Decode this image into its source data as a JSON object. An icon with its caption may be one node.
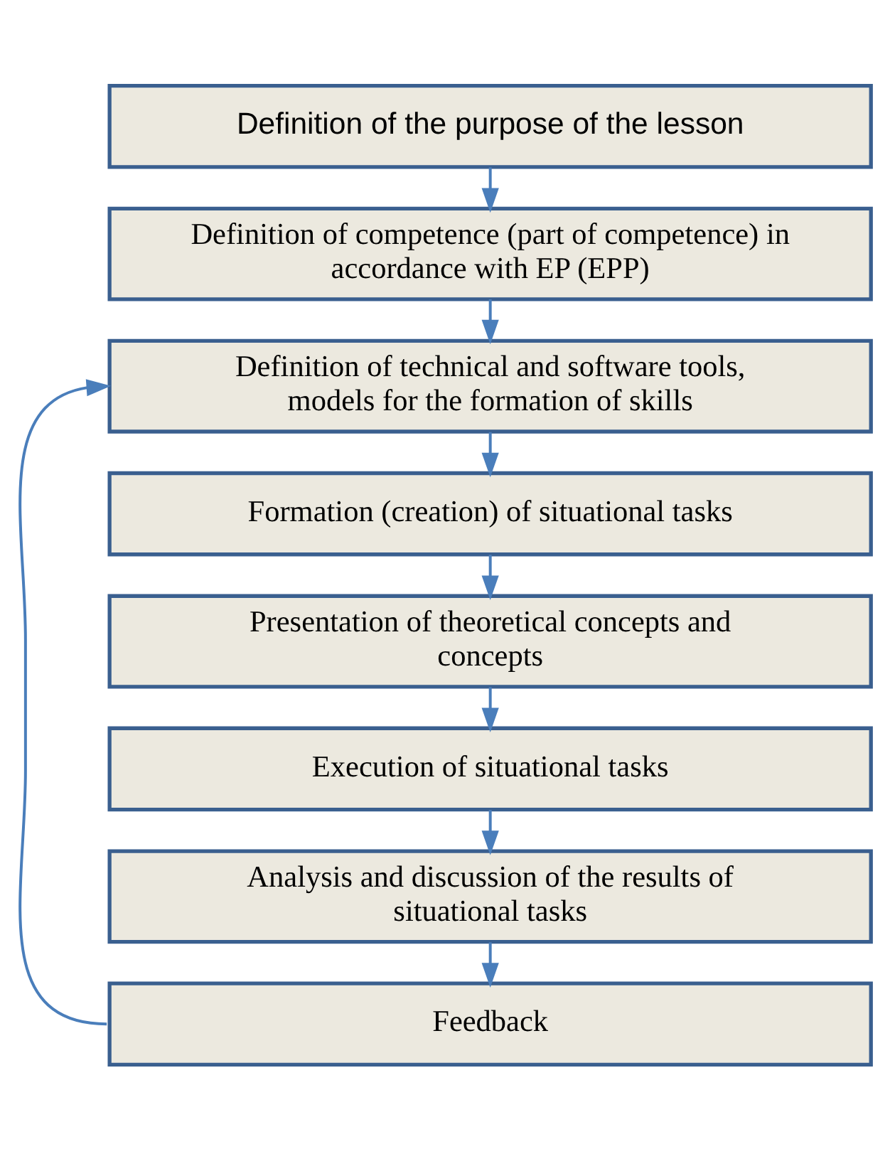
{
  "diagram": {
    "nodes": [
      {
        "text": [
          "Definition of the purpose of the lesson"
        ]
      },
      {
        "text": [
          "Definition of competence (part of competence) in accordance with EP (EPP)"
        ]
      },
      {
        "text": [
          "Definition of technical and software tools, models for the formation of skills"
        ]
      },
      {
        "text": [
          "Formation (creation) of situational tasks"
        ]
      },
      {
        "text": [
          "Presentation of theoretical concepts and concepts"
        ]
      },
      {
        "text": [
          "Execution of situational tasks"
        ]
      },
      {
        "text": [
          "Analysis and discussion of the results of situational tasks"
        ]
      },
      {
        "text": [
          "Feedback"
        ]
      }
    ],
    "edges": [
      {
        "from": 0,
        "to": 1,
        "arrow": "to"
      },
      {
        "from": 1,
        "to": 2,
        "arrow": "to"
      },
      {
        "from": 2,
        "to": 3,
        "arrow": "to"
      },
      {
        "from": 3,
        "to": 4,
        "arrow": "to"
      },
      {
        "from": 4,
        "to": 5,
        "arrow": "to"
      },
      {
        "from": 5,
        "to": 6,
        "arrow": "to"
      },
      {
        "from": 6,
        "to": 7,
        "arrow": "to"
      },
      {
        "from": 7,
        "to": 2,
        "arrow": "to"
      }
    ]
  }
}
